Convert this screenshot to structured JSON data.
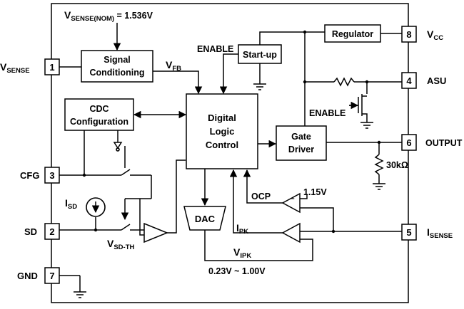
{
  "chip": {
    "blocks": {
      "signal_conditioning": [
        "Signal",
        "Conditioning"
      ],
      "cdc_configuration": [
        "CDC",
        "Configuration"
      ],
      "digital_logic_control": [
        "Digital",
        "Logic",
        "Control"
      ],
      "gate_driver": [
        "Gate",
        "Driver"
      ],
      "regulator": "Regulator",
      "startup": "Start-up",
      "dac": "DAC"
    },
    "pins": [
      {
        "number": "1",
        "label_main": "V",
        "label_sub": "SENSE"
      },
      {
        "number": "3",
        "label_main": "CFG",
        "label_sub": ""
      },
      {
        "number": "2",
        "label_main": "SD",
        "label_sub": ""
      },
      {
        "number": "7",
        "label_main": "GND",
        "label_sub": ""
      },
      {
        "number": "8",
        "label_main": "V",
        "label_sub": "CC"
      },
      {
        "number": "4",
        "label_main": "ASU",
        "label_sub": ""
      },
      {
        "number": "6",
        "label_main": "OUTPUT",
        "label_sub": ""
      },
      {
        "number": "5",
        "label_main": "I",
        "label_sub": "SENSE"
      }
    ],
    "labels": {
      "vsense_nom_main": "V",
      "vsense_nom_sub": "SENSE(NOM)",
      "vsense_nom_value": " = 1.536V",
      "vfb_main": "V",
      "vfb_sub": "FB",
      "enable_startup": "ENABLE",
      "enable_transistor": "ENABLE",
      "resistor": "30kΩ",
      "isd_main": "I",
      "isd_sub": "SD",
      "vsdth_main": "V",
      "vsdth_sub": "SD-TH",
      "ocp": "OCP",
      "ocp_ref": "1.15V",
      "ipk_main": "I",
      "ipk_sub": "PK",
      "vipk_main": "V",
      "vipk_sub": "IPK",
      "vipk_range": "0.23V ~ 1.00V"
    }
  }
}
